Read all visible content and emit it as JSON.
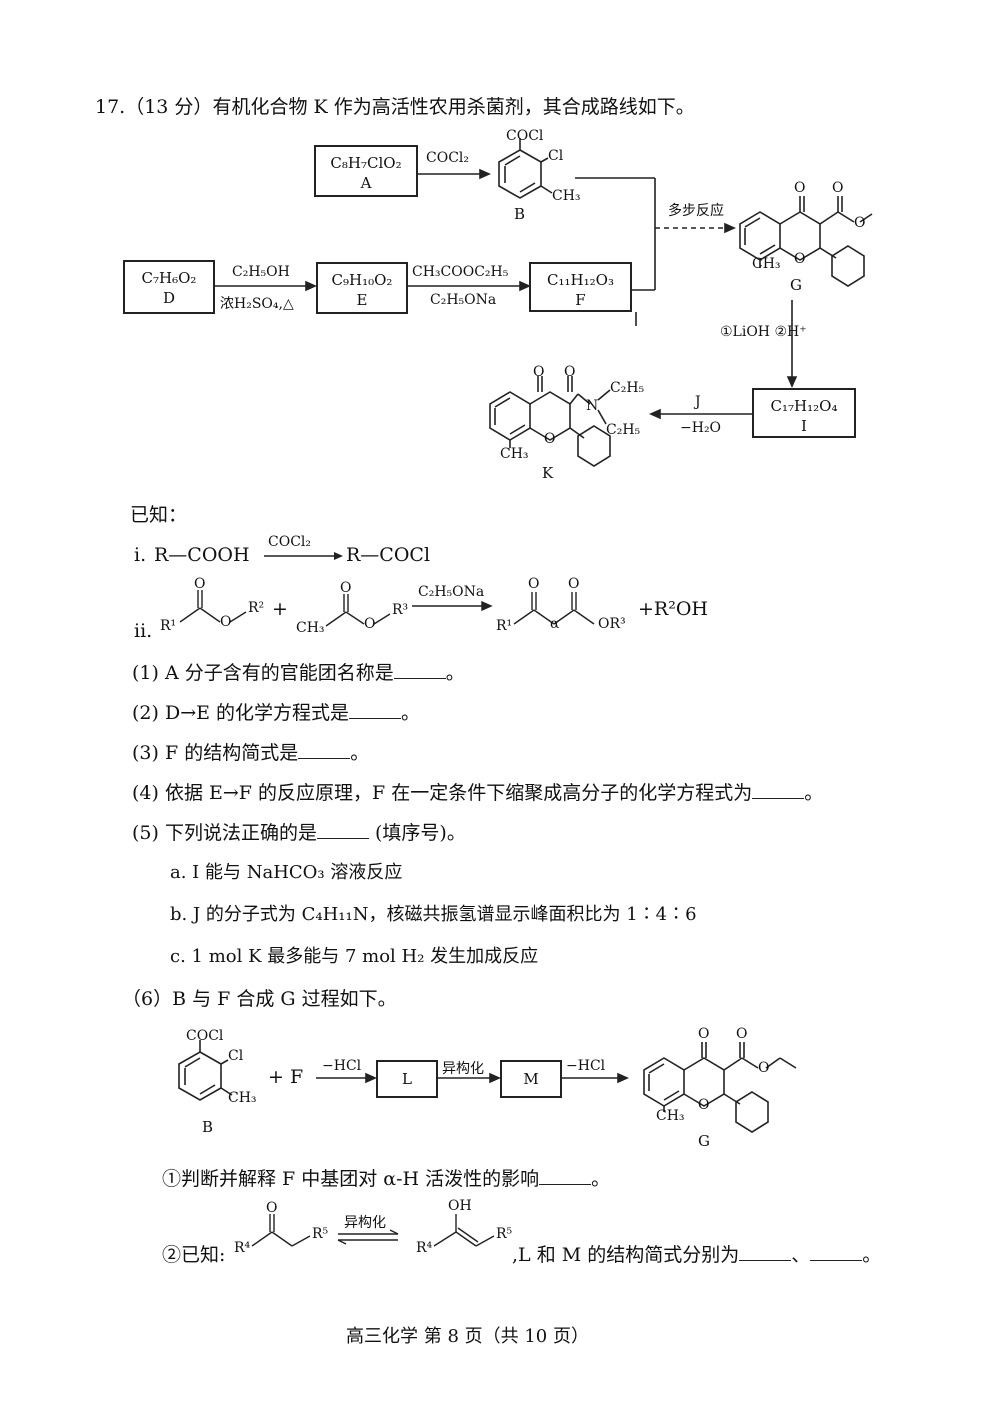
{
  "question": {
    "number": "17.",
    "score": "（13 分）",
    "stem": "有机化合物 K 作为高活性农用杀菌剂，其合成路线如下。"
  },
  "route": {
    "A": {
      "formula": "C₈H₇ClO₂",
      "name": "A"
    },
    "A_to_B_reagent": "COCl₂",
    "B": {
      "name": "B",
      "sub_cocl": "COCl",
      "sub_cl": "Cl",
      "sub_ch3": "CH₃"
    },
    "D": {
      "formula": "C₇H₆O₂",
      "name": "D"
    },
    "D_to_E_reagent_top": "C₂H₅OH",
    "D_to_E_reagent_bottom": "浓H₂SO₄,△",
    "E": {
      "formula": "C₉H₁₀O₂",
      "name": "E"
    },
    "E_to_F_reagent_top": "CH₃COOC₂H₅",
    "E_to_F_reagent_bottom": "C₂H₅ONa",
    "F": {
      "formula": "C₁₁H₁₂O₃",
      "name": "F"
    },
    "multi_step": "多步反应",
    "G": {
      "name": "G",
      "o": "O",
      "ch3": "CH₃"
    },
    "G_to_I_reagent": "①LiOH ②H⁺",
    "I": {
      "formula": "C₁₇H₁₂O₄",
      "name": "I"
    },
    "I_to_K_reagent_top": "J",
    "I_to_K_reagent_bottom": "−H₂O",
    "K": {
      "name": "K",
      "o": "O",
      "n": "N",
      "et1": "C₂H₅",
      "et2": "C₂H₅",
      "ch3": "CH₃"
    }
  },
  "known": {
    "title": "已知：",
    "i_label": "i.",
    "i_left": "R—COOH",
    "i_reagent": "COCl₂",
    "i_right": "R—COCl",
    "ii_label": "ii.",
    "ii_reagent": "C₂H₅ONa",
    "ii_r1": "R¹",
    "ii_r2": "R²",
    "ii_plus": "+",
    "ii_ch3": "CH₃",
    "ii_r3": "R³",
    "ii_alpha": "α",
    "ii_or3": "OR³",
    "ii_byproduct": "+R²OH",
    "o": "O"
  },
  "questions": [
    {
      "id": "(1)",
      "text": "A 分子含有的官能团名称是",
      "after": "。"
    },
    {
      "id": "(2)",
      "text": "D→E 的化学方程式是",
      "after": "。"
    },
    {
      "id": "(3)",
      "text": "F 的结构简式是",
      "after": "。"
    },
    {
      "id": "(4)",
      "text": "依据 E→F 的反应原理，F 在一定条件下缩聚成高分子的化学方程式为",
      "after": "。"
    },
    {
      "id": "(5)",
      "text": "下列说法正确的是",
      "after": " (填序号)。"
    }
  ],
  "options": {
    "a": "a. I 能与 NaHCO₃ 溶液反应",
    "b": "b. J 的分子式为 C₄H₁₁N，核磁共振氢谱显示峰面积比为 1∶4∶6",
    "c": "c. 1 mol K 最多能与 7 mol H₂ 发生加成反应"
  },
  "part6": {
    "title": "（6）B 与 F 合成 G 过程如下。",
    "plus_f": "+   F",
    "hcl1": "−HCl",
    "L": "L",
    "isomerize": "异构化",
    "M": "M",
    "hcl2": "−HCl",
    "b_label": "B",
    "g_label": "G",
    "sub1": "①判断并解释 F 中基团对 α-H 活泼性的影响",
    "sub1_after": "。",
    "sub2_prefix": "②已知:",
    "r4": "R⁴",
    "r5": "R⁵",
    "oh": "OH",
    "sub2_text": ",L 和 M 的结构简式分别为",
    "sep": "、",
    "end": "。"
  },
  "footer": "高三化学   第 8 页（共 10 页）"
}
